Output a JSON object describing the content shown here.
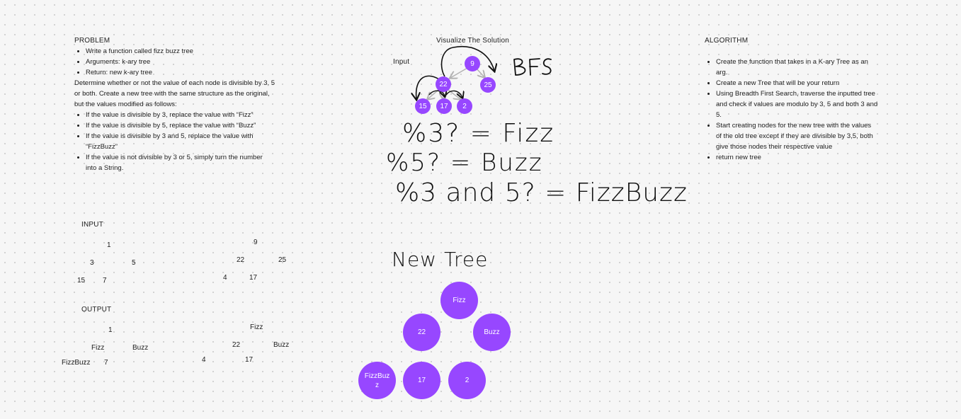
{
  "problem": {
    "title": "PROBLEM",
    "bullets": [
      "Write a function called fizz buzz tree",
      "Arguments: k-ary tree",
      "Return: new k-ary tree"
    ],
    "paragraph": "Determine whether or not the value of each node is divisible by 3, 5 or both. Create a new tree with the same structure as the original, but the values modified as follows:",
    "rules": [
      "If the value is divisible by 3, replace the value with “Fizz”",
      "If the value is divisible by 5, replace the value with “Buzz”",
      "If the value is divisible by 3 and 5, replace the value with “FizzBuzz”",
      "If the value is not divisible by 3 or 5, simply turn the number into a String."
    ]
  },
  "input_section": {
    "title": "INPUT",
    "left_tree": [
      "1",
      "3",
      "5",
      "15",
      "7"
    ],
    "right_tree": [
      "9",
      "22",
      "25",
      "4",
      "17"
    ]
  },
  "output_section": {
    "title": "OUTPUT",
    "left_tree": [
      "1",
      "Fizz",
      "Buzz",
      "FizzBuzz",
      "7"
    ],
    "right_tree": [
      "Fizz",
      "22",
      "Buzz",
      "4",
      "17"
    ]
  },
  "visualize": {
    "title": "Visualize The Solution",
    "input_label": "Input",
    "nodes": [
      "9",
      "22",
      "25",
      "15",
      "17",
      "2"
    ],
    "bfs_text": "BFS",
    "handwritten": [
      "%3? = Fizz",
      "%5? = Buzz",
      "%3 and 5? = FizzBuzz"
    ],
    "new_tree_label": "New Tree",
    "new_nodes": [
      "Fizz",
      "22",
      "Buzz",
      "FizzBuzz",
      "17",
      "2"
    ]
  },
  "algorithm": {
    "title": "ALGORITHM",
    "steps": [
      "Create the function that takes in a K-ary Tree as an arg.",
      "Create a new Tree that will be your return",
      "Using Breadth First Search, traverse the inputted tree and check if values are modulo by 3, 5 and both 3 and 5.",
      "Start creating nodes for the new tree with the values of the old tree except if they are divisible by 3,5, both give those nodes their respective value",
      "return new tree"
    ]
  },
  "colors": {
    "node_fill": "#9747ff",
    "node_text": "#ffffff",
    "arrow_gray": "#b3b3b3",
    "ink": "#111111"
  }
}
